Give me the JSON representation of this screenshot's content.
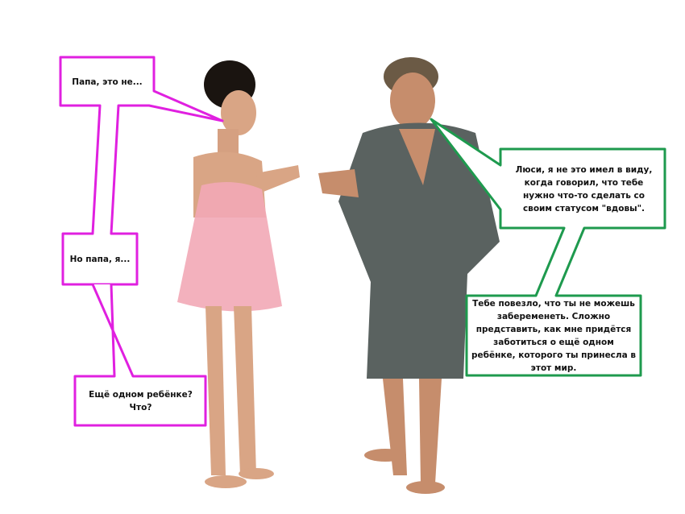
{
  "colors": {
    "girl_bubble": "#e020e0",
    "dad_bubble": "#1e9a4e"
  },
  "dialogue": {
    "girl": [
      "Папа, это не...",
      "Но папа, я...",
      "Ещё одном ребёнке? Что?"
    ],
    "dad": [
      "Люси, я не это имел в виду, когда говорил, что тебе нужно что-то сделать со своим статусом \"вдовы\".",
      "Тебе повезло, что ты не можешь забеременеть. Сложно представить, как мне придётся заботиться о ещё одном ребёнке, которого ты принесла в этот мир."
    ]
  }
}
